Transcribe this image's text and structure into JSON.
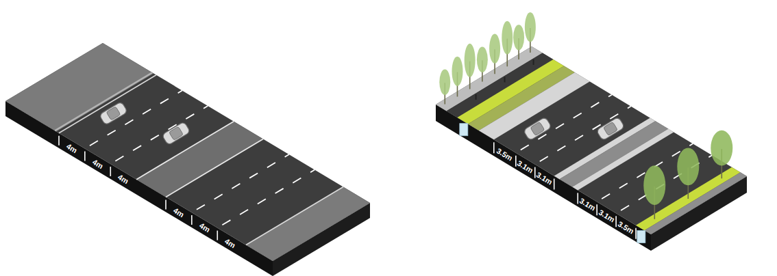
{
  "diagram": {
    "labels": [
      "4m",
      "4m",
      "4m",
      "4m",
      "4m",
      "4m",
      "3.5m",
      "3.1m",
      "3.1m",
      "3.1m",
      "3.1m",
      "3.5m"
    ]
  }
}
